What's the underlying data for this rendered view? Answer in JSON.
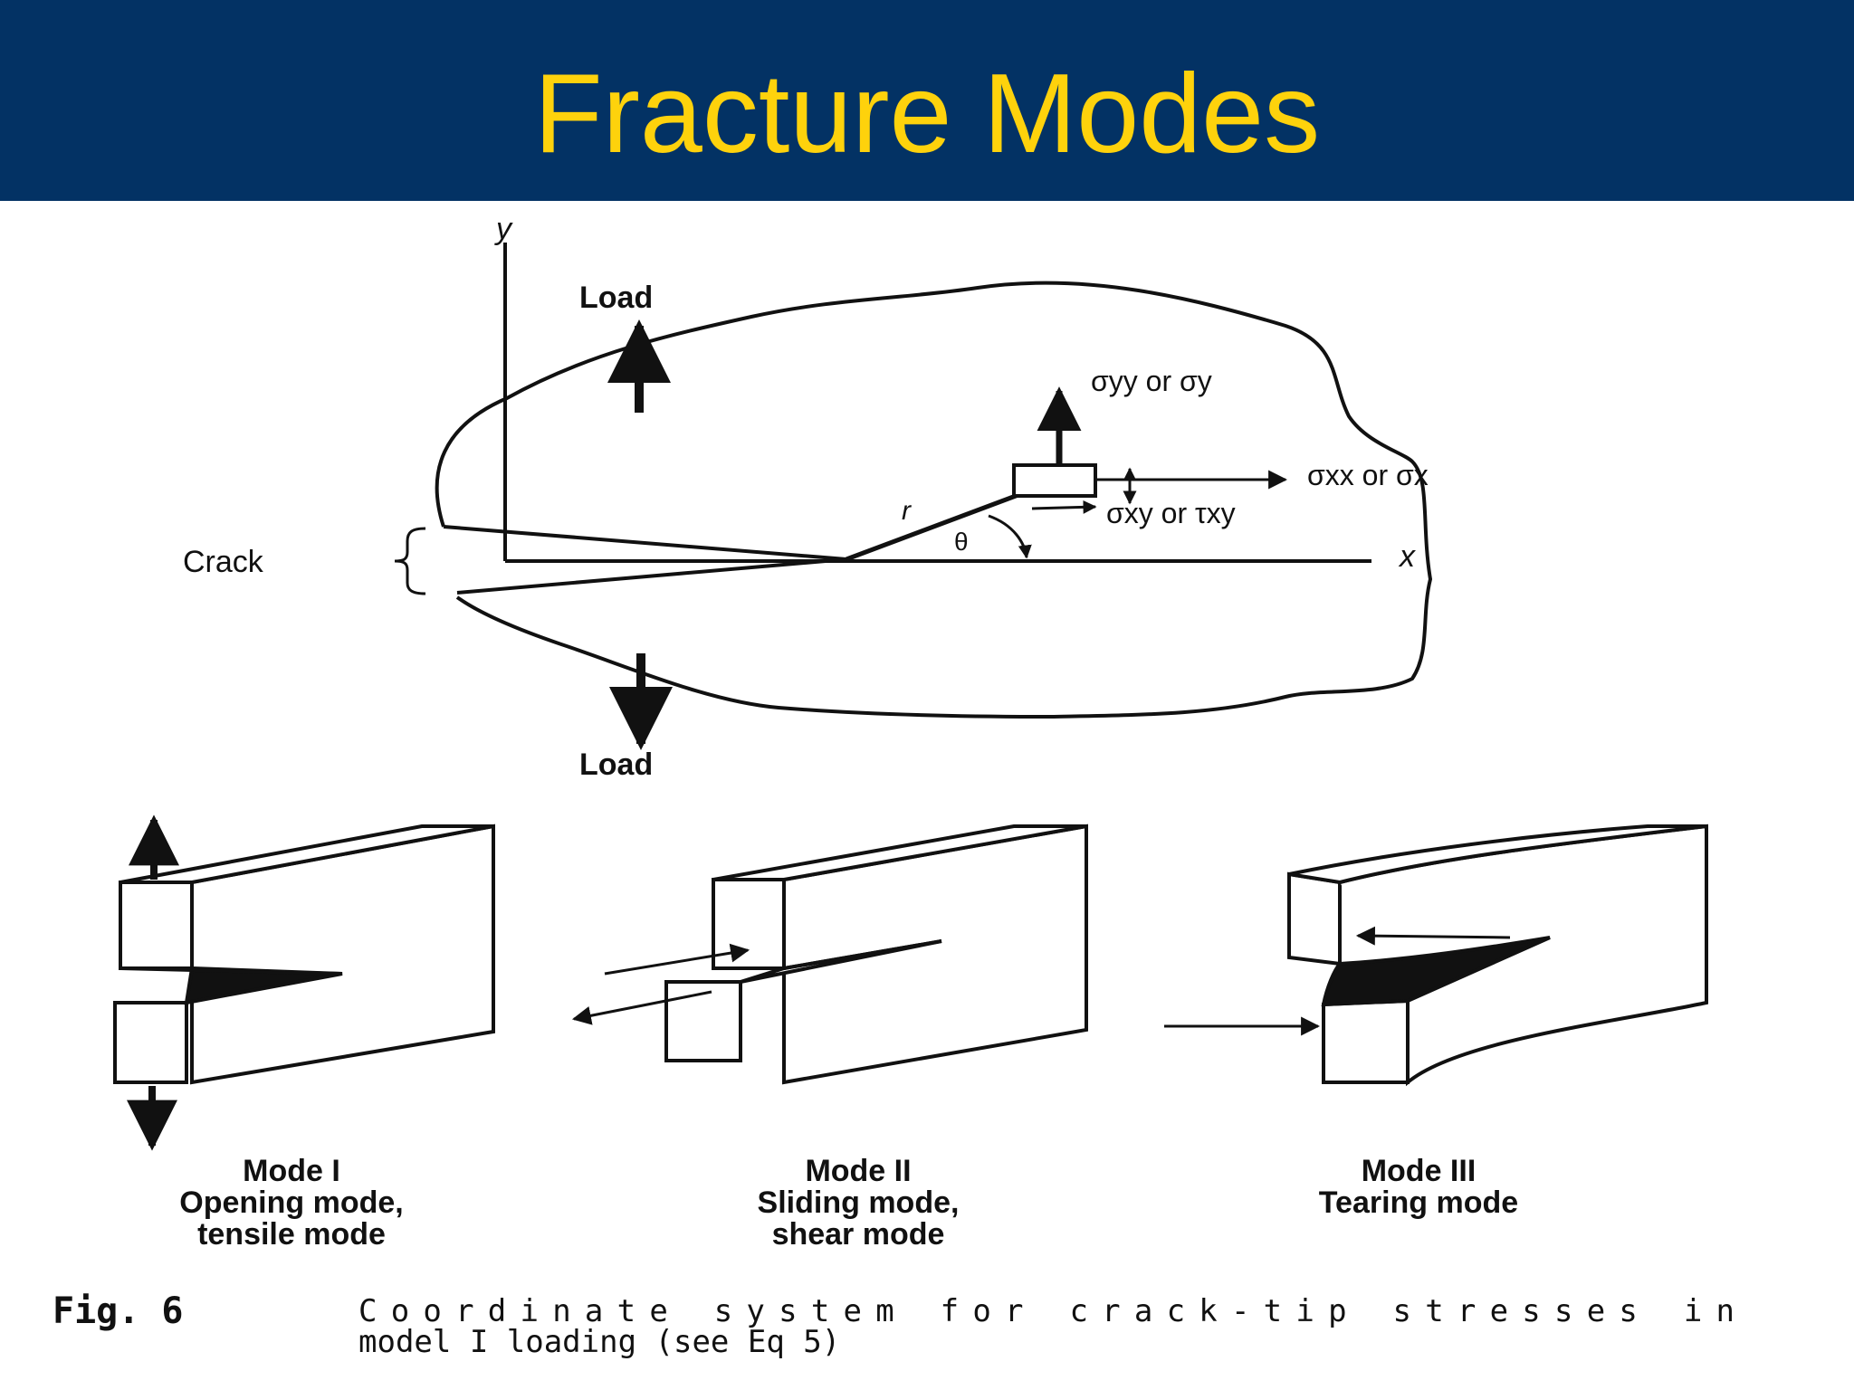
{
  "slide": {
    "title": "Fracture Modes",
    "colors": {
      "header_bg": "#033264",
      "title": "#fed20c",
      "ink": "#111111"
    }
  },
  "diagram": {
    "axis_y": "y",
    "axis_x": "x",
    "load_top": "Load",
    "load_bottom": "Load",
    "crack": "Crack",
    "r_label": "r",
    "theta": "θ",
    "sigma_yy": "σyy or σy",
    "sigma_xx": "σxx or σx",
    "sigma_xy": "σxy or τxy"
  },
  "modes": [
    {
      "name": "Mode I",
      "line1": "Opening mode,",
      "line2": "tensile mode"
    },
    {
      "name": "Mode II",
      "line1": "Sliding mode,",
      "line2": "shear mode"
    },
    {
      "name": "Mode III",
      "line1": "Tearing mode"
    }
  ],
  "caption": {
    "fig": "Fig. 6",
    "line1": "Coordinate system for crack-tip stresses in",
    "line2": "model I loading (see Eq 5)"
  }
}
